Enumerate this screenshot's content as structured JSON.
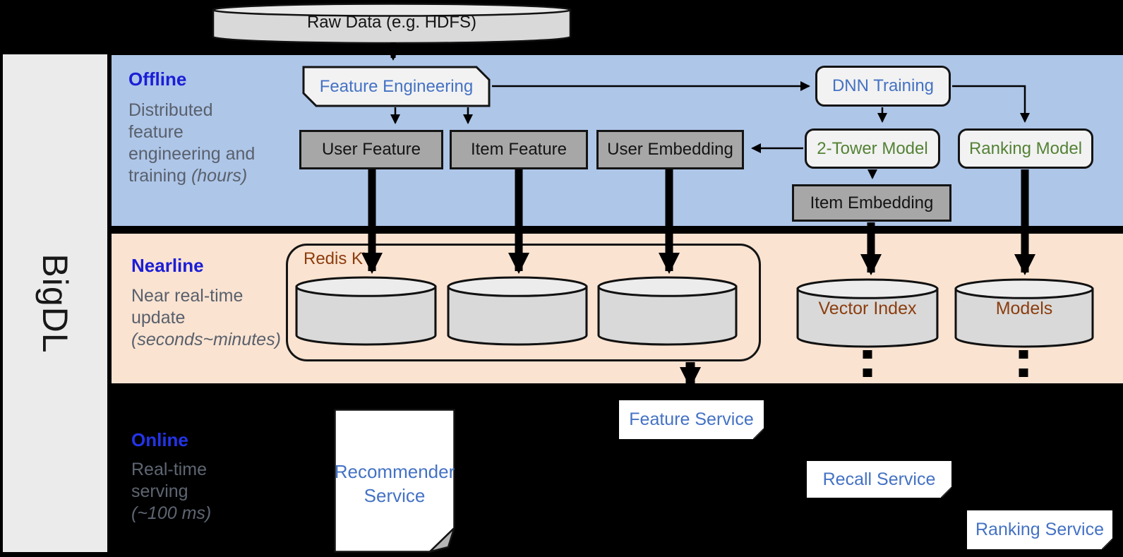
{
  "brand": {
    "label": "BigDL"
  },
  "source_db": {
    "label": "Raw Data (e.g. HDFS)"
  },
  "lanes": {
    "offline": {
      "title": "Offline",
      "desc_line1": "Distributed",
      "desc_line2": "feature",
      "desc_line3": "engineering and",
      "desc_line4_plain": "training ",
      "desc_line4_italic": "(hours)"
    },
    "nearline": {
      "title": "Nearline",
      "desc_line1": "Near real-time",
      "desc_line2": "update",
      "desc_line3_italic": "(seconds~minutes)"
    },
    "online": {
      "title": "Online",
      "desc_line1": "Real-time",
      "desc_line2": "serving",
      "desc_line3_italic": "(~100 ms)"
    }
  },
  "offline_nodes": {
    "feature_engineering": "Feature Engineering",
    "dnn_training": "DNN Training",
    "user_feature": "User Feature",
    "item_feature": "Item Feature",
    "user_embedding": "User Embedding",
    "two_tower_model": "2-Tower Model",
    "ranking_model": "Ranking Model",
    "item_embedding": "Item Embedding"
  },
  "nearline_nodes": {
    "redis_kv": "Redis KV",
    "vector_index": "Vector Index",
    "models": "Models"
  },
  "online_nodes": {
    "recommender_service": "Recommender Service",
    "feature_service": "Feature Service",
    "recall_service": "Recall Service",
    "ranking_service": "Ranking Service"
  },
  "colors": {
    "offline_bg": "#AEC6E8",
    "nearline_bg": "#FAE3D1",
    "online_bg": "#000000",
    "lane_title_blue": "#1B1ED6",
    "desc_gray": "#59606C",
    "node_blue_text": "#4472C4",
    "node_green_text": "#548235",
    "db_brown_text": "#8C3D0E",
    "gray_box_fill": "#A7A7A7",
    "light_box_fill": "#F2F2F2",
    "cylinder_fill": "#D9D9D9"
  }
}
